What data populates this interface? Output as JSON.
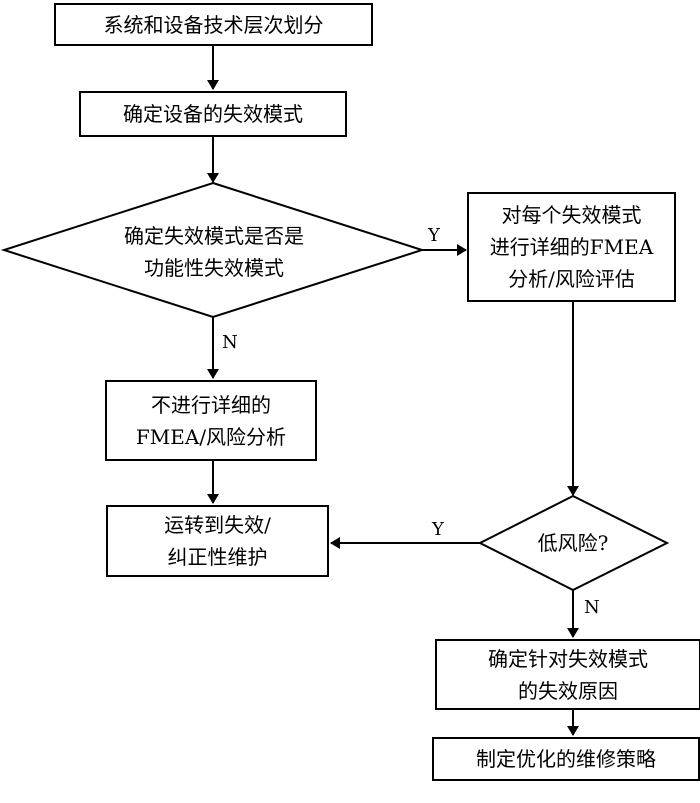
{
  "nodes": {
    "divide": "系统和设备技术层次划分",
    "failure_modes": "确定设备的失效模式",
    "decision_functional": "确定失效模式是否是\n功能性失效模式",
    "fmea_detail": "对每个失效模式\n进行详细的FMEA\n分析/风险评估",
    "no_fmea": "不进行详细的\nFMEA/风险分析",
    "run_to_failure": "运转到失效/\n纠正性维护",
    "decision_low_risk": "低风险?",
    "causes": "确定针对失效模式\n的失效原因",
    "strategy": "制定优化的维修策略"
  },
  "edge_labels": {
    "functional_yes": "Y",
    "functional_no": "N",
    "low_risk_yes": "Y",
    "low_risk_no": "N"
  }
}
